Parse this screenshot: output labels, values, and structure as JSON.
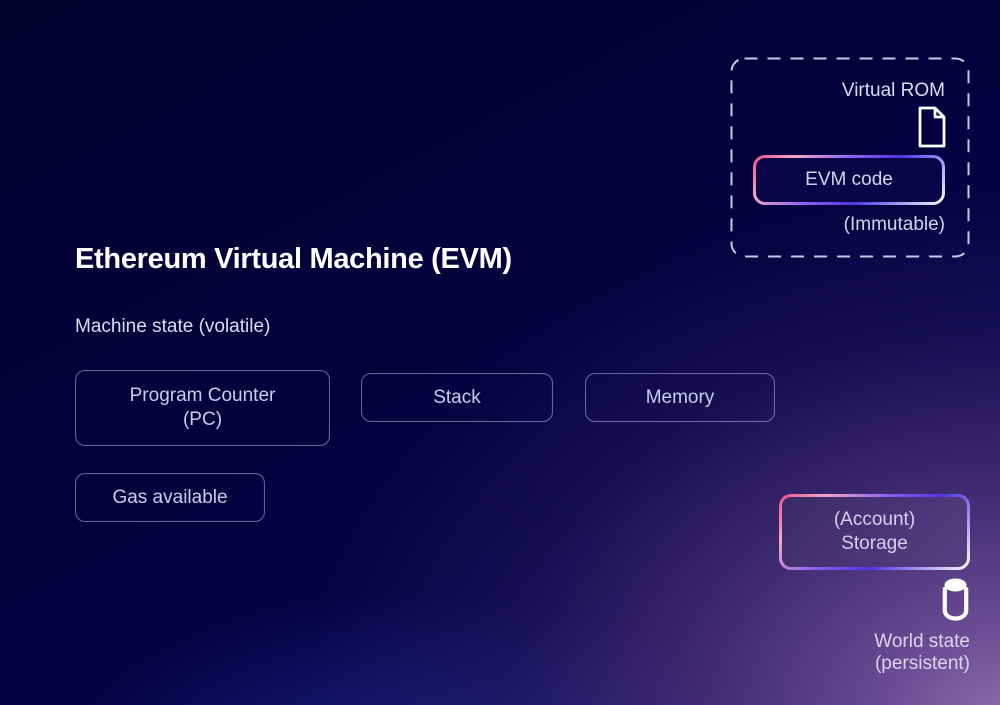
{
  "header": {
    "title": "Ethereum Virtual Machine (EVM)",
    "subtitle": "Machine state (volatile)"
  },
  "rom": {
    "label": "Virtual ROM",
    "code_button_label": "EVM code",
    "note": "(Immutable)",
    "icon": "document-icon"
  },
  "machine_state": {
    "boxes": [
      {
        "id": "program-counter",
        "label": "Program Counter (PC)"
      },
      {
        "id": "stack",
        "label": "Stack"
      },
      {
        "id": "memory",
        "label": "Memory"
      },
      {
        "id": "gas-available",
        "label": "Gas available"
      }
    ]
  },
  "storage": {
    "button_label": "(Account) Storage",
    "note": "World state (persistent)",
    "icon": "database-icon"
  },
  "colors": {
    "background_top_left": "#04012e",
    "background_bottom_right": "#8a65ad",
    "background_bottom_blue_glow": "#2838b2",
    "accent_pink": "#ee4f86",
    "accent_blue": "#4f35e6",
    "text_primary": "#ffffff",
    "text_secondary": "#dcdcf0",
    "box_border": "#bcbcde"
  }
}
